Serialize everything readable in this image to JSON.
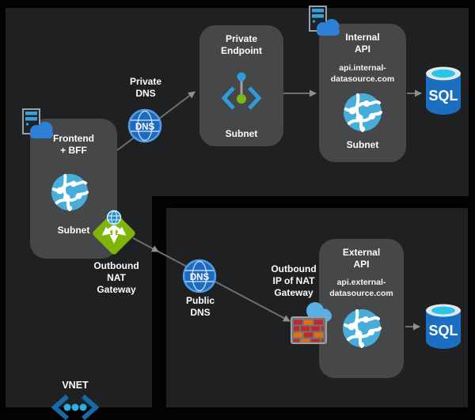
{
  "vnet": {
    "label": "VNET"
  },
  "nodes": {
    "frontend": {
      "title": "Frontend\n+ BFF",
      "subnet_label": "Subnet"
    },
    "private_endpoint": {
      "title": "Private\nEndpoint",
      "subnet_label": "Subnet"
    },
    "internal_api": {
      "title": "Internal\nAPI",
      "domain": "api.internal-\ndatasource.com",
      "subnet_label": "Subnet"
    },
    "external_api": {
      "title": "External\nAPI",
      "domain": "api.external-\ndatasource.com"
    },
    "sql_internal": {
      "label": "SQL"
    },
    "sql_external": {
      "label": "SQL"
    }
  },
  "annotations": {
    "private_dns": "Private\nDNS",
    "public_dns": "Public\nDNS",
    "outbound_nat_gateway": "Outbound\nNAT\nGateway",
    "outbound_ip_of_nat": "Outbound\nIP of NAT\nGateway"
  },
  "icons": {
    "dns_badge_text": "DNS",
    "names": [
      "app-service-server-cloud-icon",
      "web-app-globe-icon",
      "dns-globe-icon",
      "nat-gateway-diamond-icon",
      "private-endpoint-icon",
      "firewall-cloud-icon",
      "sql-database-icon",
      "virtual-network-icon"
    ]
  },
  "colors": {
    "background": "#020202",
    "vnet_region": "#1e2021",
    "node_box": "#464749",
    "text": "#fdfdfd",
    "arrow_gray": "#707070",
    "nat_green": "#7db50a",
    "dns_blue": "#1d6ac0",
    "sql_body_blue": "#1b6fc2",
    "sql_top_cyan": "#2cc3e8",
    "globe_blue": "#47aed9",
    "endpoint_blue": "#2f9bd8",
    "endpoint_green": "#7db713",
    "firewall_red": "#c2272d",
    "firewall_orange": "#e2700f",
    "cloud_blue": "#2f7fd6"
  }
}
